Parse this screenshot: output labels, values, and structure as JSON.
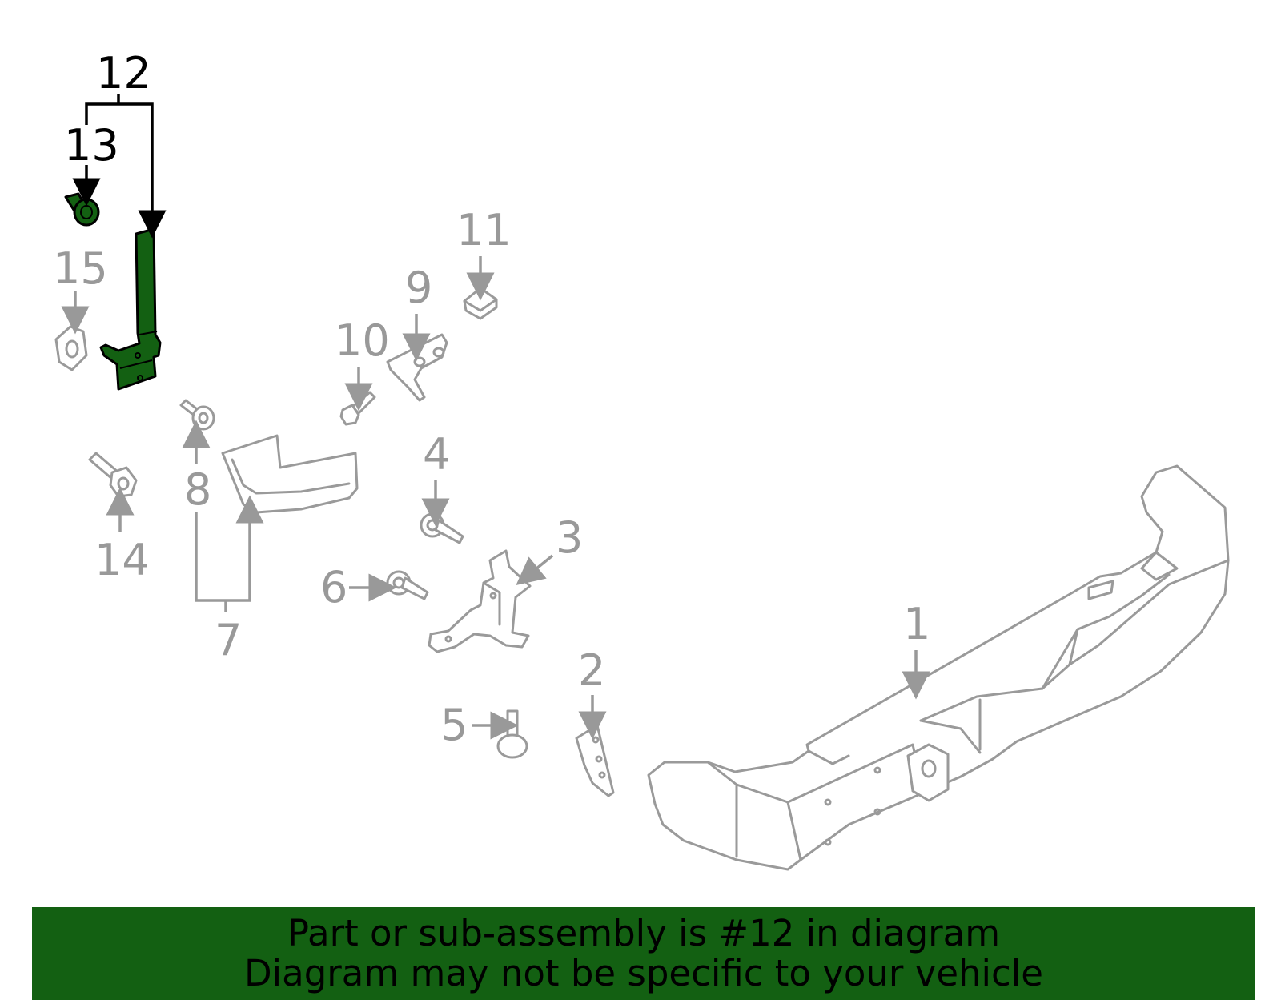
{
  "diagram": {
    "highlighted_part": "12",
    "callouts": {
      "c1": "1",
      "c2": "2",
      "c3": "3",
      "c4": "4",
      "c5": "5",
      "c6": "6",
      "c7": "7",
      "c8": "8",
      "c9": "9",
      "c10": "10",
      "c11": "11",
      "c12": "12",
      "c13": "13",
      "c14": "14",
      "c15": "15"
    },
    "colors": {
      "highlight": "#136012",
      "parts": "#9a9a9a",
      "banner": "#136012"
    }
  },
  "banner": {
    "line1": "Part or sub-assembly is #12 in diagram",
    "line2": "Diagram may not be specific to your vehicle"
  }
}
